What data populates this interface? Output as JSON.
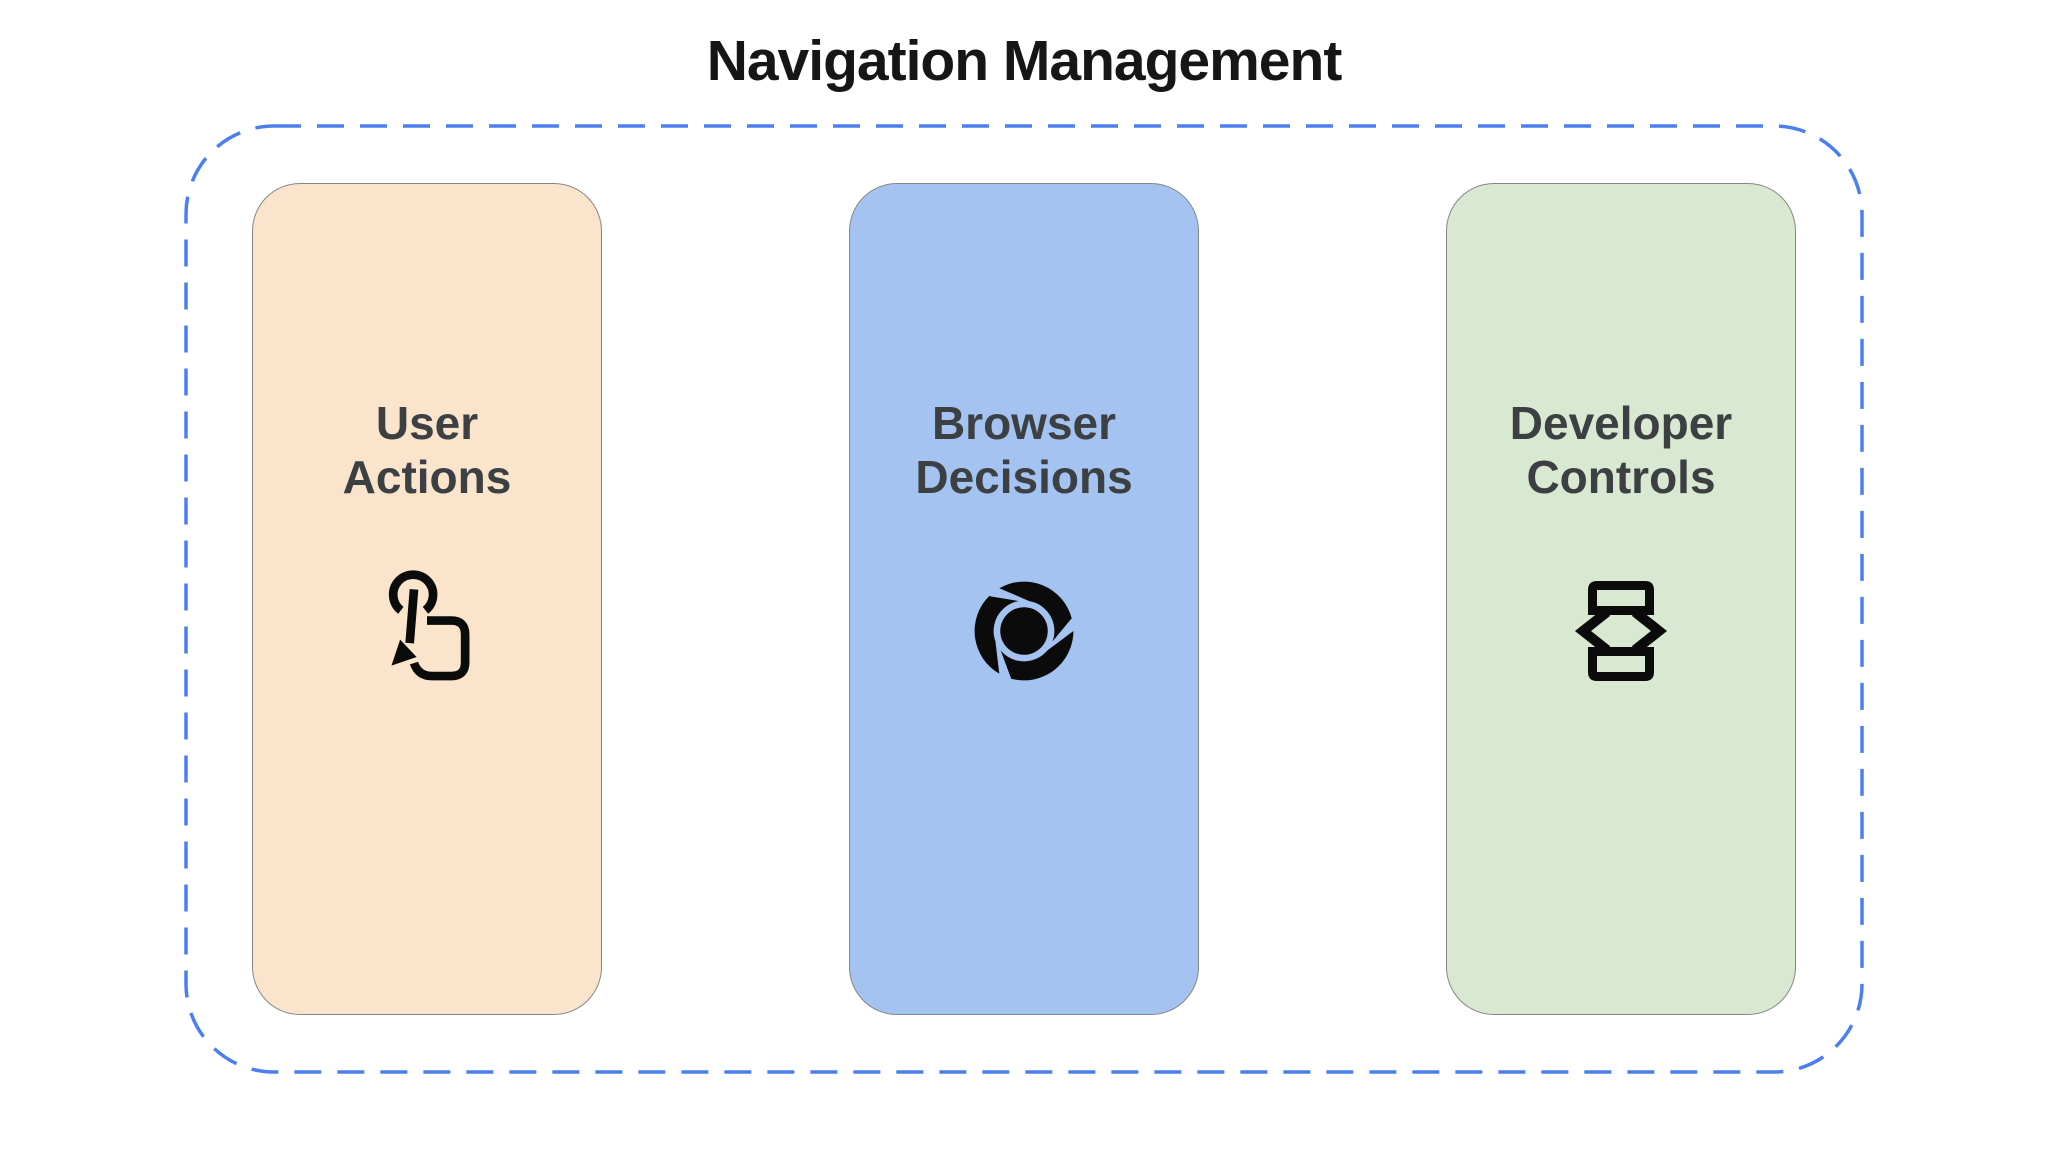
{
  "title": "Navigation Management",
  "frame": {
    "border_color": "#4C7FEE",
    "border_style": "dashed"
  },
  "cards": [
    {
      "id": "user-actions",
      "label": "User Actions",
      "fill": "#FAE4CC",
      "icon": "touch-gesture-icon"
    },
    {
      "id": "browser-decisions",
      "label": "Browser Decisions",
      "fill": "#A5C3F0",
      "icon": "chrome-browser-icon"
    },
    {
      "id": "developer-controls",
      "label": "Developer Controls",
      "fill": "#D8E8D1",
      "icon": "developer-mode-icon"
    }
  ],
  "colors": {
    "title_text": "#161616",
    "card_label_text": "#3C4043",
    "icon": "#0B0B0B",
    "card_border": "#868686",
    "background": "#FFFFFF"
  }
}
